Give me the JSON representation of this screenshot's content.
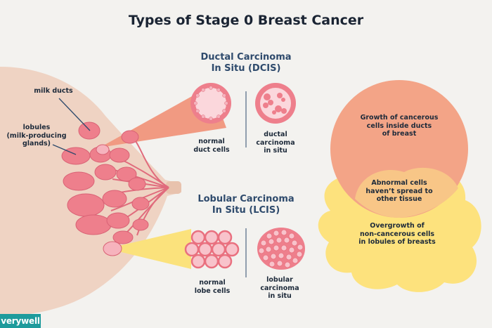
{
  "title": "Types of Stage 0 Breast Cancer",
  "dcis": {
    "heading": "Ductal Carcinoma\nIn Situ (DCIS)",
    "normal_label": "normal\nduct cells",
    "cancer_label": "ductal\ncarcinoma\nin situ"
  },
  "lcis": {
    "heading": "Lobular Carcinoma\nIn Situ (LCIS)",
    "normal_label": "normal\nlobe cells",
    "cancer_label": "lobular\ncarcinoma\nin situ"
  },
  "anatomy": {
    "milk_ducts": "milk ducts",
    "lobules": "lobules\n(milk-producing\nglands)"
  },
  "venn": {
    "dcis_text": "Growth of cancerous\ncells inside ducts\nof breast",
    "overlap_text": "Abnormal cells\nhaven’t spread to\nother tissue",
    "lcis_text": "Overgrowth of\nnon-cancerous cells\nin lobules of breasts"
  },
  "brand": "verywell",
  "colors": {
    "background": "#f3f2ef",
    "skin": "#efd3c3",
    "gland_pink": "#ee7f8c",
    "dcis_salmon": "#f3a487",
    "lcis_yellow": "#fde27d",
    "overlap": "#f8c687",
    "brand_teal": "#1e9b9c"
  }
}
